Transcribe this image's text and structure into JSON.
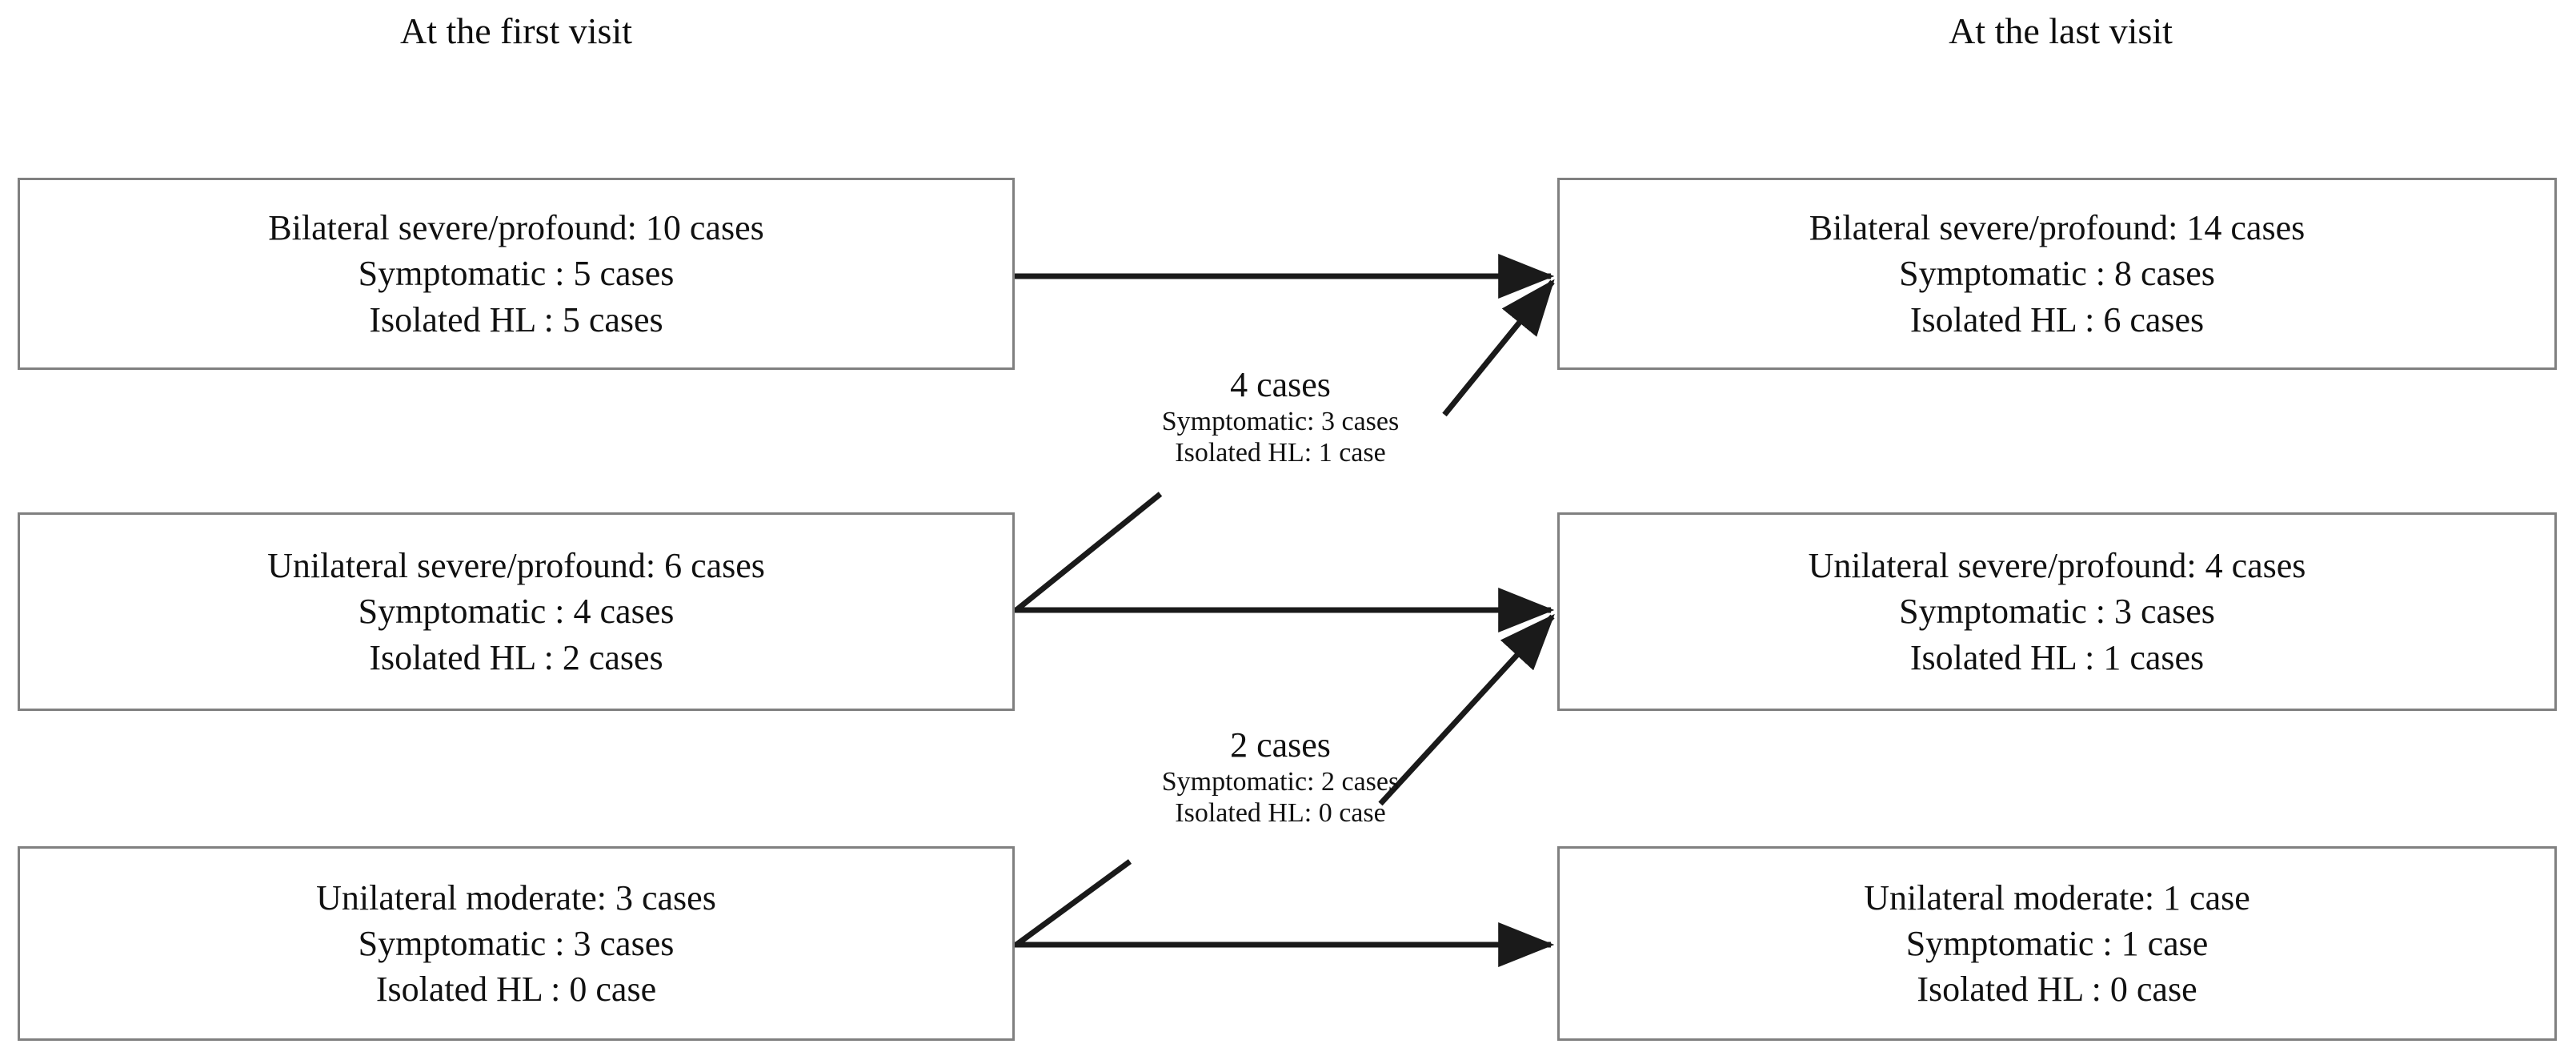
{
  "headers": {
    "first_visit": "At the first visit",
    "last_visit": "At the last visit"
  },
  "colors": {
    "box_border": "#808080",
    "arrow": "#1a1a1a",
    "text": "#111111",
    "background": "#ffffff"
  },
  "first_visit_nodes": [
    {
      "id": "bilateral-severe-profound",
      "title": "Bilateral severe/profound: 10 cases",
      "symptomatic": "Symptomatic : 5 cases",
      "isolated_hl": "Isolated HL : 5 cases"
    },
    {
      "id": "unilateral-severe-profound",
      "title": "Unilateral severe/profound: 6 cases",
      "symptomatic": "Symptomatic : 4 cases",
      "isolated_hl": "Isolated HL : 2 cases"
    },
    {
      "id": "unilateral-moderate",
      "title": "Unilateral moderate: 3 cases",
      "symptomatic": "Symptomatic : 3 cases",
      "isolated_hl": "Isolated HL : 0 case"
    }
  ],
  "last_visit_nodes": [
    {
      "id": "bilateral-severe-profound",
      "title": "Bilateral severe/profound: 14 cases",
      "symptomatic": "Symptomatic : 8 cases",
      "isolated_hl": "Isolated HL : 6 cases"
    },
    {
      "id": "unilateral-severe-profound",
      "title": "Unilateral severe/profound: 4 cases",
      "symptomatic": "Symptomatic : 3 cases",
      "isolated_hl": "Isolated HL : 1 cases"
    },
    {
      "id": "unilateral-moderate",
      "title": "Unilateral moderate: 1 case",
      "symptomatic": "Symptomatic : 1 case",
      "isolated_hl": "Isolated HL : 0 case"
    }
  ],
  "transitions": [
    {
      "id": "unilateral-severe-profound-to-bilateral-severe-profound",
      "total": "4 cases",
      "symptomatic": "Symptomatic: 3 cases",
      "isolated_hl": "Isolated HL: 1 case"
    },
    {
      "id": "unilateral-moderate-to-unilateral-severe-profound",
      "total": "2 cases",
      "symptomatic": "Symptomatic: 2 cases",
      "isolated_hl": "Isolated HL: 0 case"
    }
  ],
  "chart_data": {
    "type": "diagram",
    "title": "Hearing loss category transitions between first and last visit",
    "columns": [
      "At the first visit",
      "At the last visit"
    ],
    "categories": [
      "Bilateral severe/profound",
      "Unilateral severe/profound",
      "Unilateral moderate"
    ],
    "series": [
      {
        "name": "At the first visit",
        "total_cases": [
          10,
          6,
          3
        ],
        "symptomatic": [
          5,
          4,
          3
        ],
        "isolated_hl": [
          5,
          2,
          0
        ]
      },
      {
        "name": "At the last visit",
        "total_cases": [
          14,
          4,
          1
        ],
        "symptomatic": [
          8,
          3,
          1
        ],
        "isolated_hl": [
          6,
          1,
          0
        ]
      }
    ],
    "flows": [
      {
        "from": "Bilateral severe/profound",
        "to": "Bilateral severe/profound",
        "label": ""
      },
      {
        "from": "Unilateral severe/profound",
        "to": "Bilateral severe/profound",
        "total_cases": 4,
        "symptomatic": 3,
        "isolated_hl": 1
      },
      {
        "from": "Unilateral severe/profound",
        "to": "Unilateral severe/profound",
        "label": ""
      },
      {
        "from": "Unilateral moderate",
        "to": "Unilateral severe/profound",
        "total_cases": 2,
        "symptomatic": 2,
        "isolated_hl": 0
      },
      {
        "from": "Unilateral moderate",
        "to": "Unilateral moderate",
        "label": ""
      }
    ]
  }
}
